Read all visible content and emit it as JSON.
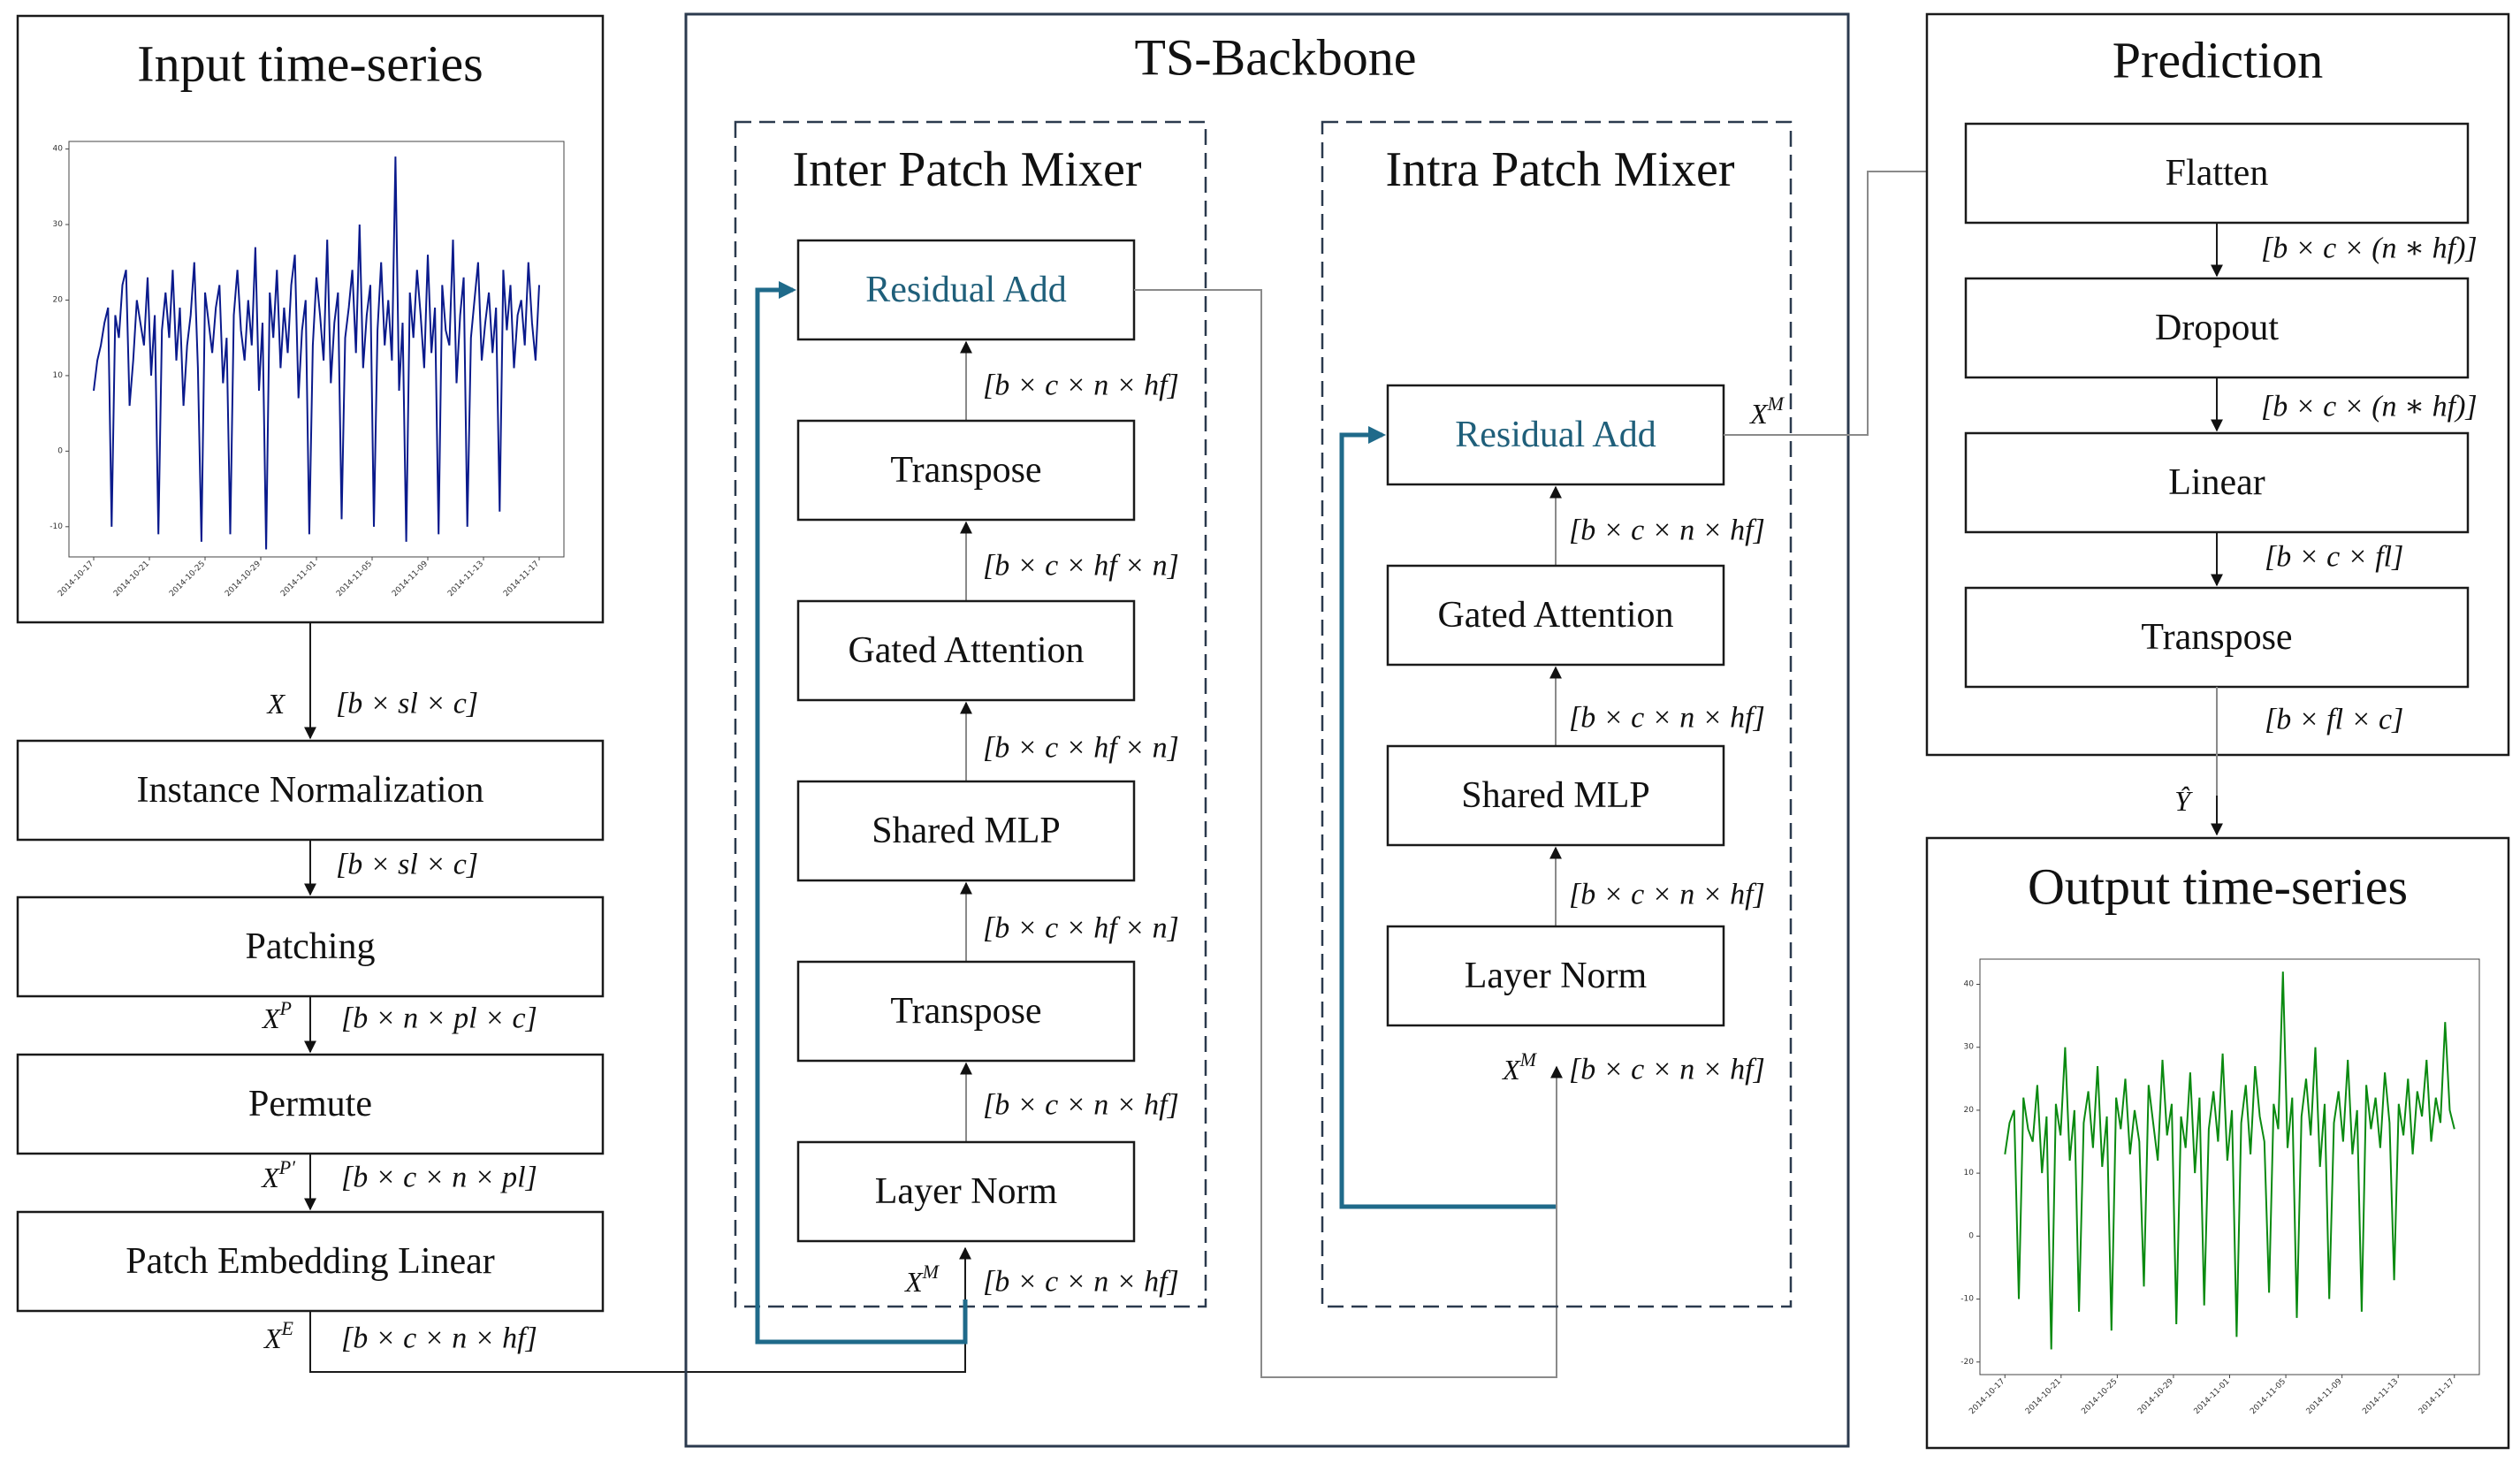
{
  "input_panel": {
    "title": "Input time-series"
  },
  "output_panel": {
    "title": "Output time-series"
  },
  "backbone": {
    "title": "TS-Backbone"
  },
  "inter": {
    "title": "Inter Patch Mixer",
    "blocks": [
      "Residual Add",
      "Transpose",
      "Gated Attention",
      "Shared MLP",
      "Transpose",
      "Layer Norm"
    ],
    "dims": [
      "[b × c × n × hf]",
      "[b × c × hf × n]",
      "[b × c × hf × n]",
      "[b × c × hf × n]",
      "[b × c × n × hf]",
      "[b × c × n × hf]"
    ],
    "input_symbol": "X^M"
  },
  "intra": {
    "title": "Intra Patch Mixer",
    "blocks": [
      "Residual Add",
      "Gated Attention",
      "Shared MLP",
      "Layer Norm"
    ],
    "dims": [
      "[b × c × n × hf]",
      "[b × c × n × hf]",
      "[b × c × n × hf]",
      "[b × c × n × hf]"
    ],
    "input_symbol": "X^M",
    "output_symbol": "X^M"
  },
  "prediction": {
    "title": "Prediction",
    "blocks": [
      "Flatten",
      "Dropout",
      "Linear",
      "Transpose"
    ],
    "dims": [
      "[b × c × (n ∗ hf)]",
      "[b × c × (n ∗ hf)]",
      "[b × c × fl]",
      "[b × fl × c]"
    ],
    "output_symbol": "Ŷ"
  },
  "left_chain": {
    "blocks": [
      "Instance Normalization",
      "Patching",
      "Permute",
      "Patch Embedding Linear"
    ],
    "symbols": [
      "X",
      "",
      "X^P",
      "X^P'",
      "X^E"
    ],
    "dims": [
      "[b × sl × c]",
      "[b × sl × c]",
      "[b × n × pl × c]",
      "[b × c × n × pl]",
      "[b × c × n × hf]"
    ]
  },
  "colors": {
    "input_series": "#0a1a8c",
    "output_series": "#0a8a10",
    "residual": "#1f6a8a"
  },
  "chart_data": [
    {
      "type": "line",
      "y_ticks": [
        "40",
        "30",
        "20",
        "10",
        "0",
        "-10"
      ],
      "x_ticks": [
        "2014-10-17",
        "2014-10-21",
        "2014-10-25",
        "2014-10-29",
        "2014-11-01",
        "2014-11-05",
        "2014-11-09",
        "2014-11-13",
        "2014-11-17"
      ],
      "ylim": [
        -14,
        41
      ],
      "series": [
        {
          "values": [
            8,
            12,
            14,
            17,
            19,
            -10,
            18,
            15,
            22,
            24,
            6,
            12,
            20,
            17,
            14,
            23,
            10,
            18,
            -11,
            16,
            21,
            15,
            24,
            12,
            19,
            6,
            14,
            18,
            25,
            11,
            -12,
            21,
            17,
            13,
            19,
            22,
            9,
            15,
            -11,
            18,
            24,
            16,
            12,
            20,
            14,
            27,
            8,
            17,
            -13,
            21,
            15,
            24,
            11,
            19,
            13,
            22,
            26,
            7,
            16,
            20,
            -11,
            14,
            23,
            18,
            12,
            28,
            9,
            17,
            21,
            -9,
            15,
            19,
            24,
            13,
            30,
            11,
            18,
            22,
            -10,
            16,
            25,
            14,
            20,
            12,
            39,
            8,
            17,
            -12,
            21,
            15,
            24,
            18,
            11,
            26,
            13,
            19,
            -11,
            22,
            16,
            14,
            28,
            9,
            18,
            23,
            -10,
            15,
            20,
            25,
            12,
            17,
            21,
            13,
            19,
            -8,
            24,
            16,
            22,
            11,
            18,
            20,
            14,
            25,
            17,
            12,
            22
          ]
        }
      ]
    },
    {
      "type": "line",
      "y_ticks": [
        "40",
        "30",
        "20",
        "10",
        "0",
        "-10",
        "-20"
      ],
      "x_ticks": [
        "2014-10-17",
        "2014-10-21",
        "2014-10-25",
        "2014-10-29",
        "2014-11-01",
        "2014-11-05",
        "2014-11-09",
        "2014-11-13",
        "2014-11-17"
      ],
      "ylim": [
        -22,
        44
      ],
      "series": [
        {
          "values": [
            13,
            18,
            20,
            -10,
            22,
            17,
            15,
            24,
            10,
            19,
            -18,
            21,
            16,
            30,
            12,
            20,
            -12,
            18,
            23,
            14,
            27,
            11,
            19,
            -15,
            22,
            17,
            25,
            13,
            20,
            15,
            -8,
            24,
            18,
            12,
            28,
            16,
            21,
            -14,
            19,
            14,
            26,
            10,
            22,
            -11,
            17,
            23,
            15,
            29,
            12,
            20,
            -16,
            18,
            24,
            13,
            27,
            19,
            15,
            -9,
            21,
            17,
            42,
            14,
            22,
            -13,
            19,
            25,
            16,
            30,
            11,
            21,
            -10,
            18,
            23,
            15,
            28,
            13,
            20,
            -12,
            24,
            17,
            22,
            14,
            26,
            18,
            -7,
            21,
            16,
            25,
            13,
            23,
            19,
            28,
            15,
            22,
            18,
            34,
            20,
            17
          ]
        }
      ]
    }
  ]
}
